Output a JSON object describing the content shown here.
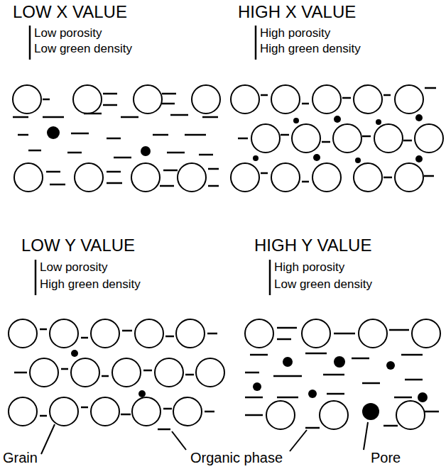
{
  "diagram": {
    "labels": [
      "LOW X VALUE",
      "Low porosity",
      "Low green density",
      "HIGH X VALUE",
      "High porosity",
      "High green density",
      "LOW Y VALUE",
      "Low porosity",
      "High green density",
      "HIGH Y VALUE",
      "High porosity",
      "Low green density",
      "Grain",
      "Organic phase",
      "Pore"
    ]
  }
}
